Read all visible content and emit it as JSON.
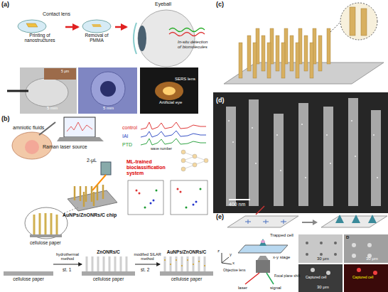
{
  "diagram": {
    "nodes": [
      {
        "text": [
          "Contact lens",
          "Printing of nanostructures"
        ]
      },
      {
        "text": [
          "Removal of PMMA"
        ]
      },
      {
        "text": [
          "Eyeball",
          "In-situ detection of biomolecules"
        ]
      },
      {
        "text": [
          "cellulose paper"
        ]
      },
      {
        "text": [
          "ZnONRs/C",
          "cellulose paper"
        ]
      },
      {
        "text": [
          "AuNPs/ZnONRs/C",
          "cellulose paper"
        ]
      }
    ],
    "edges": [
      {
        "from": 0,
        "to": 1,
        "arrow": "to"
      },
      {
        "from": 1,
        "to": 2,
        "arrow": "to"
      },
      {
        "from": 3,
        "to": 4,
        "label": "hydrothermal method",
        "arrow": "to"
      },
      {
        "from": 4,
        "to": 5,
        "label": "modified SILAR method",
        "arrow": "to"
      }
    ],
    "labels": [
      "(a)",
      "5 μm",
      "5 mm",
      "5 mm",
      "SERS lens",
      "Artificial eye",
      "(b)",
      "amniotic fluids",
      "Raman laser source",
      "2-μL",
      "control",
      "IAI",
      "PTD",
      "wave number",
      "ML-trained bioclassification system",
      "AuNPs/ZnONRs/C chip",
      "cellulose paper",
      "st. 1",
      "st. 2",
      "(c)",
      "(d)",
      "400 nm",
      "(e)",
      "Trapped cell",
      "x",
      "y",
      "z",
      "x-y stage",
      "Objective lens",
      "laser",
      "signal",
      "Focal plane shift",
      "30 μm",
      "D",
      "30 μm",
      "30 μm",
      "Captured cell",
      "Captured cell"
    ]
  }
}
